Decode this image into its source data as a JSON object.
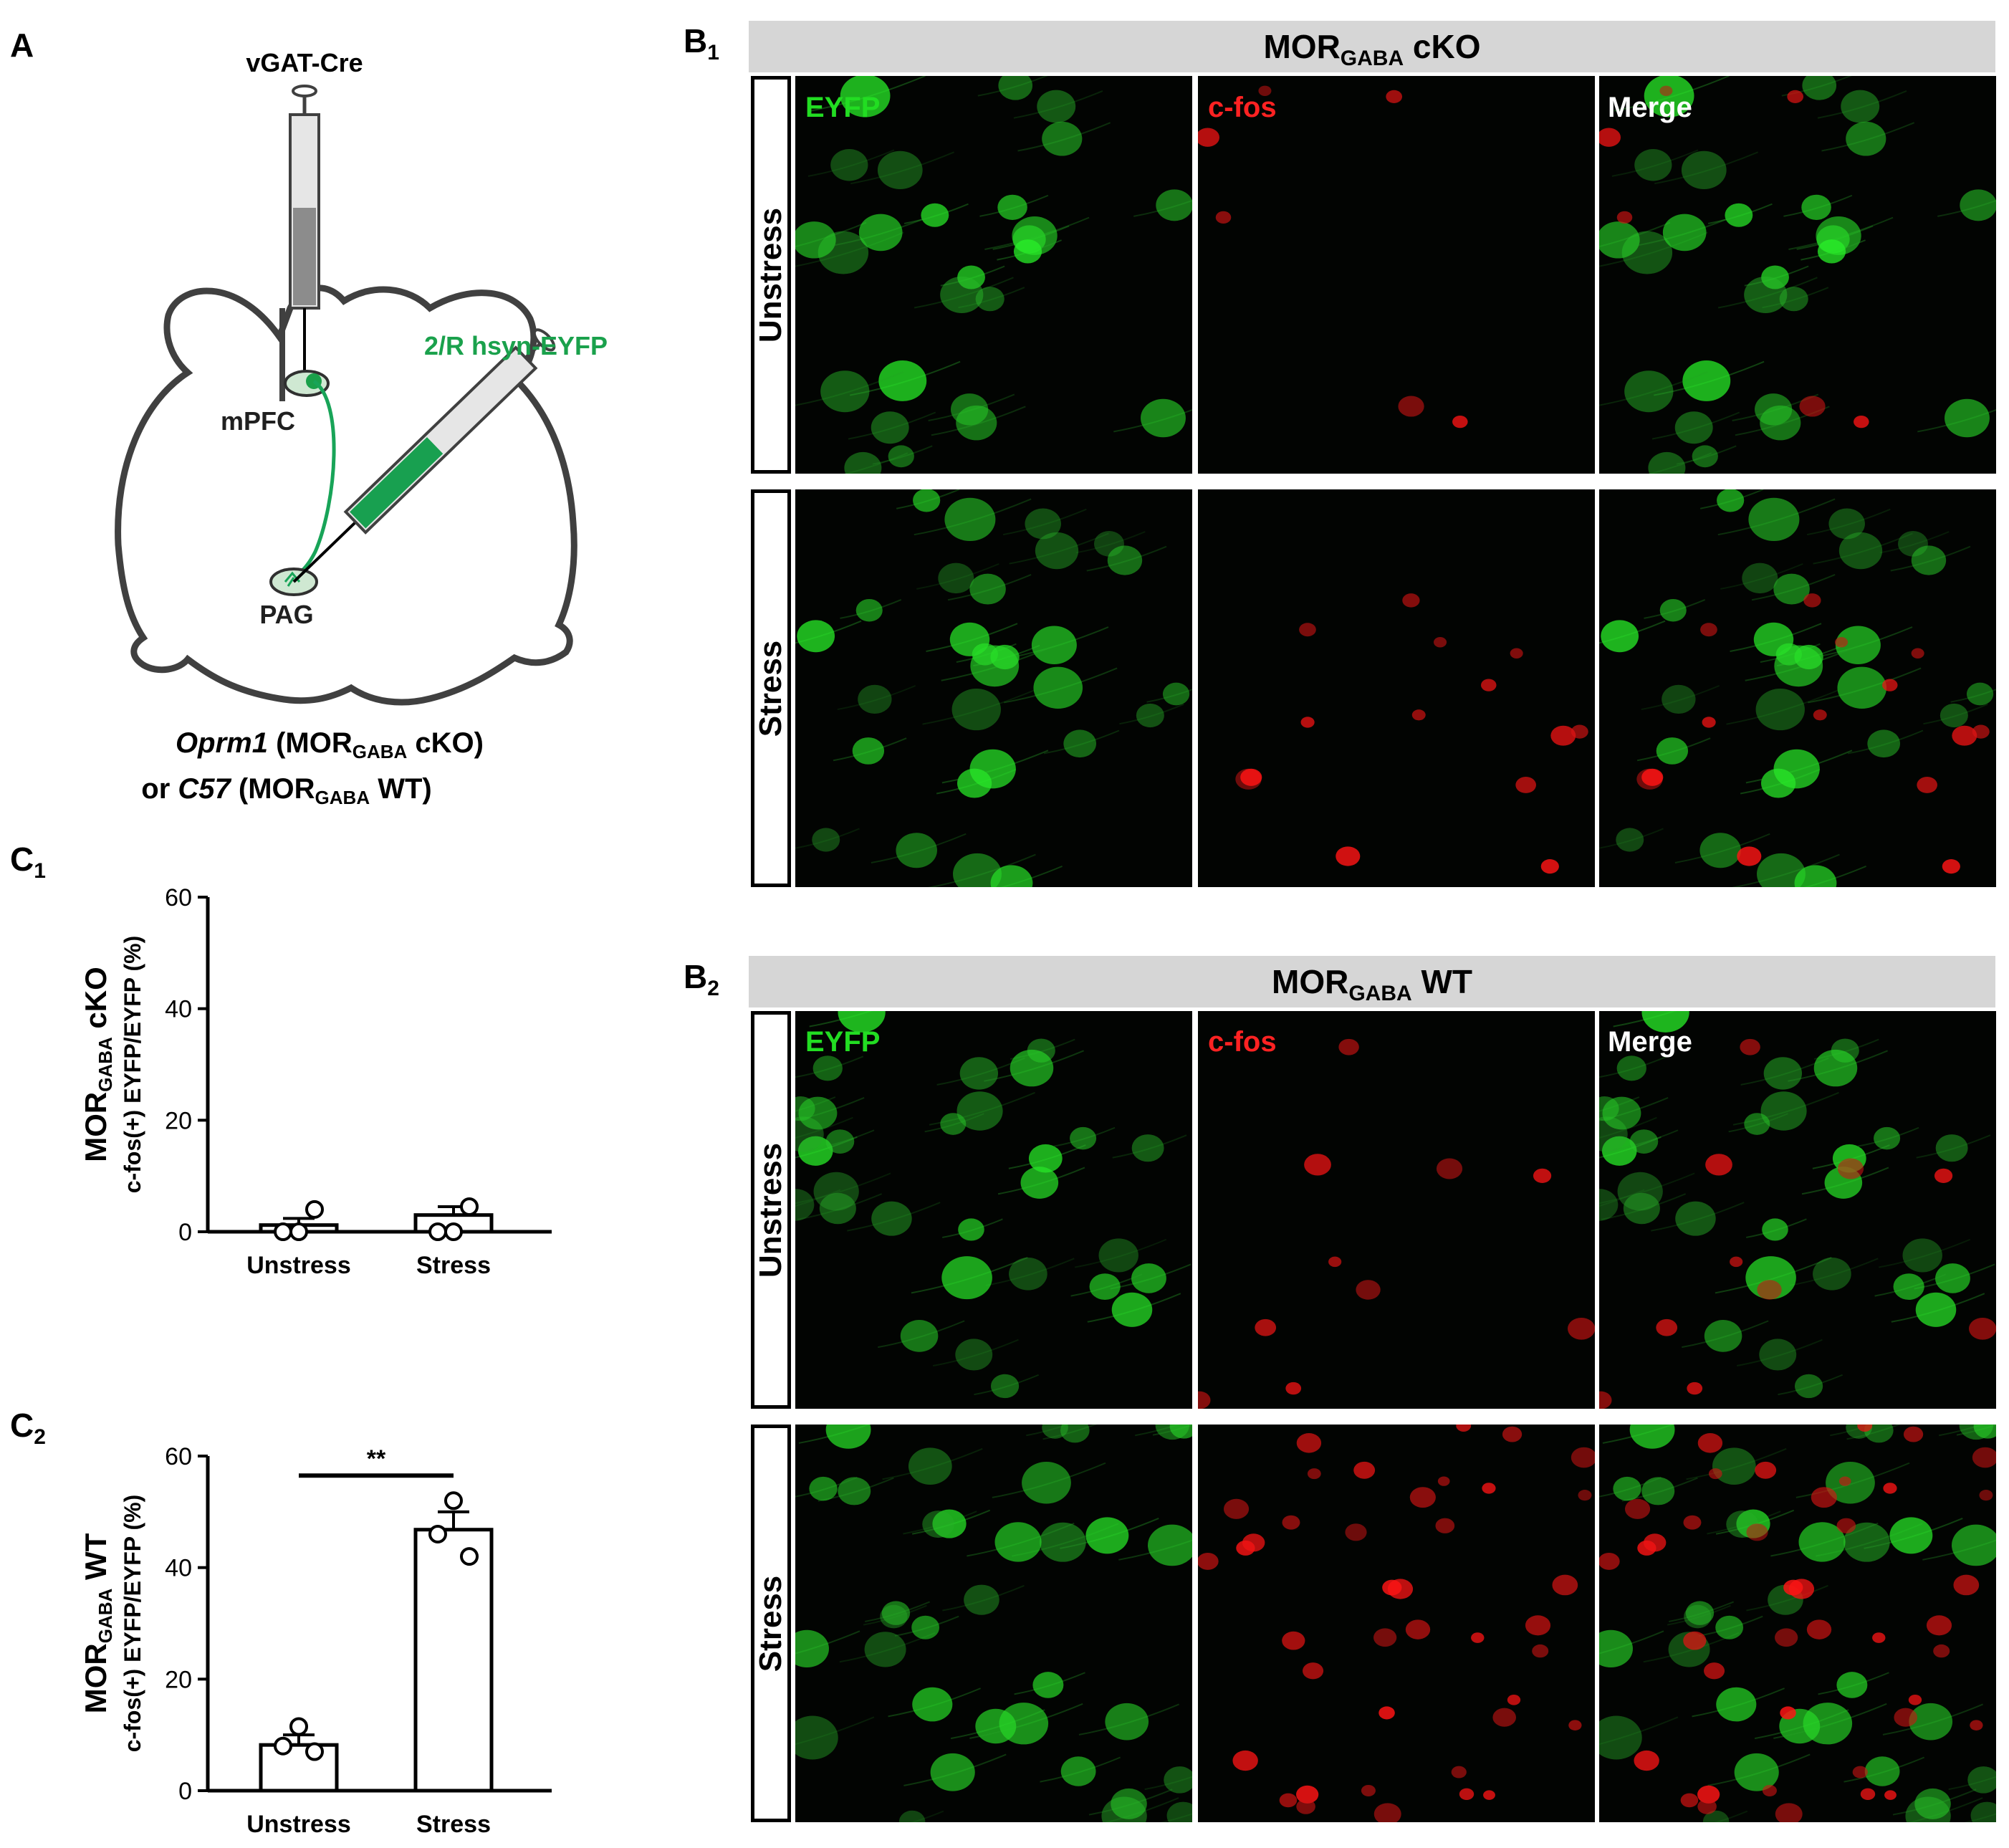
{
  "panels": {
    "A": "A",
    "B1": {
      "letter": "B",
      "sub": "1"
    },
    "B2": {
      "letter": "B",
      "sub": "2"
    },
    "C1": {
      "letter": "C",
      "sub": "1"
    },
    "C2": {
      "letter": "C",
      "sub": "2"
    }
  },
  "schematic": {
    "injection1": "vGAT-Cre",
    "injection2": "2/R hsyn-EYFP",
    "region1": "mPFC",
    "region2": "PAG",
    "caption_line1_italic": "Oprm1",
    "caption_line1_pre": " (MOR",
    "caption_line1_sub": "GABA",
    "caption_line1_post": " cKO)",
    "caption_line2_pre": "or ",
    "caption_line2_italic": "C57",
    "caption_line2_mid": " (MOR",
    "caption_line2_sub": "GABA",
    "caption_line2_post": " WT)"
  },
  "microscopy": {
    "B1_title": {
      "main": "MOR",
      "sub": "GABA",
      "post": " cKO"
    },
    "B2_title": {
      "main": "MOR",
      "sub": "GABA",
      "post": " WT"
    },
    "channels": [
      "EYFP",
      "c-fos",
      "Merge"
    ],
    "rows": [
      "Unstress",
      "Stress"
    ],
    "colors": {
      "eyfp": "#22dd22",
      "cfos": "#ff2222",
      "merge": "#ffffff"
    }
  },
  "chart_data": [
    {
      "type": "bar",
      "categories": [
        "Unstress",
        "Stress"
      ],
      "values": [
        1.2,
        3.0
      ],
      "points": [
        [
          0,
          0,
          4
        ],
        [
          0,
          0,
          4.5
        ]
      ],
      "sem": [
        1.2,
        1.5
      ],
      "ylabel_line1": {
        "main": "MOR",
        "sub": "GABA",
        "post": " cKO"
      },
      "ylabel_line2": "c-fos(+) EYFP/EYFP (%)",
      "yticks": [
        "0",
        "20",
        "40",
        "60"
      ],
      "ylim": [
        0,
        60
      ],
      "significance": ""
    },
    {
      "type": "bar",
      "categories": [
        "Unstress",
        "Stress"
      ],
      "values": [
        8.2,
        46.8
      ],
      "points": [
        [
          11.5,
          8,
          7
        ],
        [
          52,
          46,
          42
        ]
      ],
      "sem": [
        1.8,
        3.2
      ],
      "ylabel_line1": {
        "main": "MOR",
        "sub": "GABA",
        "post": " WT"
      },
      "ylabel_line2": "c-fos(+) EYFP/EYFP (%)",
      "yticks": [
        "0",
        "20",
        "40",
        "60"
      ],
      "ylim": [
        0,
        60
      ],
      "significance": "**"
    }
  ]
}
